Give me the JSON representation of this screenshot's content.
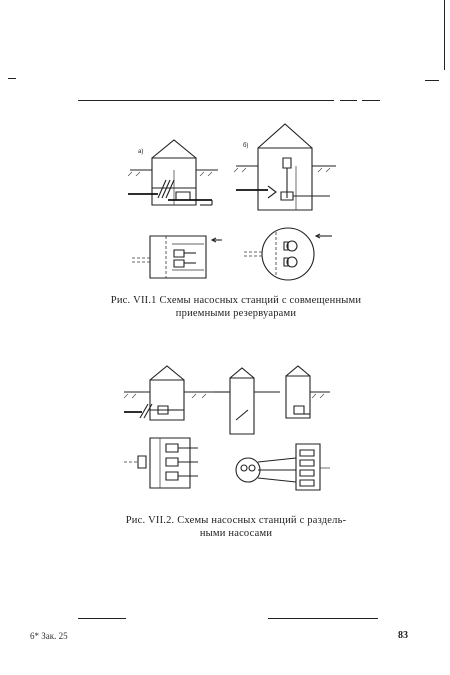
{
  "page": {
    "figure1_caption_line1": "Рис. VII.1 Схемы насосных станций с совмещенными",
    "figure1_caption_line2": "приемными резервуарами",
    "figure2_caption_line1": "Рис. VII.2. Схемы насосных станций с раздель-",
    "figure2_caption_line2": "ными насосами",
    "footer_left": "6*  Зак. 25",
    "page_number": "83"
  },
  "figure1": {
    "label_a": "а)",
    "label_b": "б)"
  }
}
